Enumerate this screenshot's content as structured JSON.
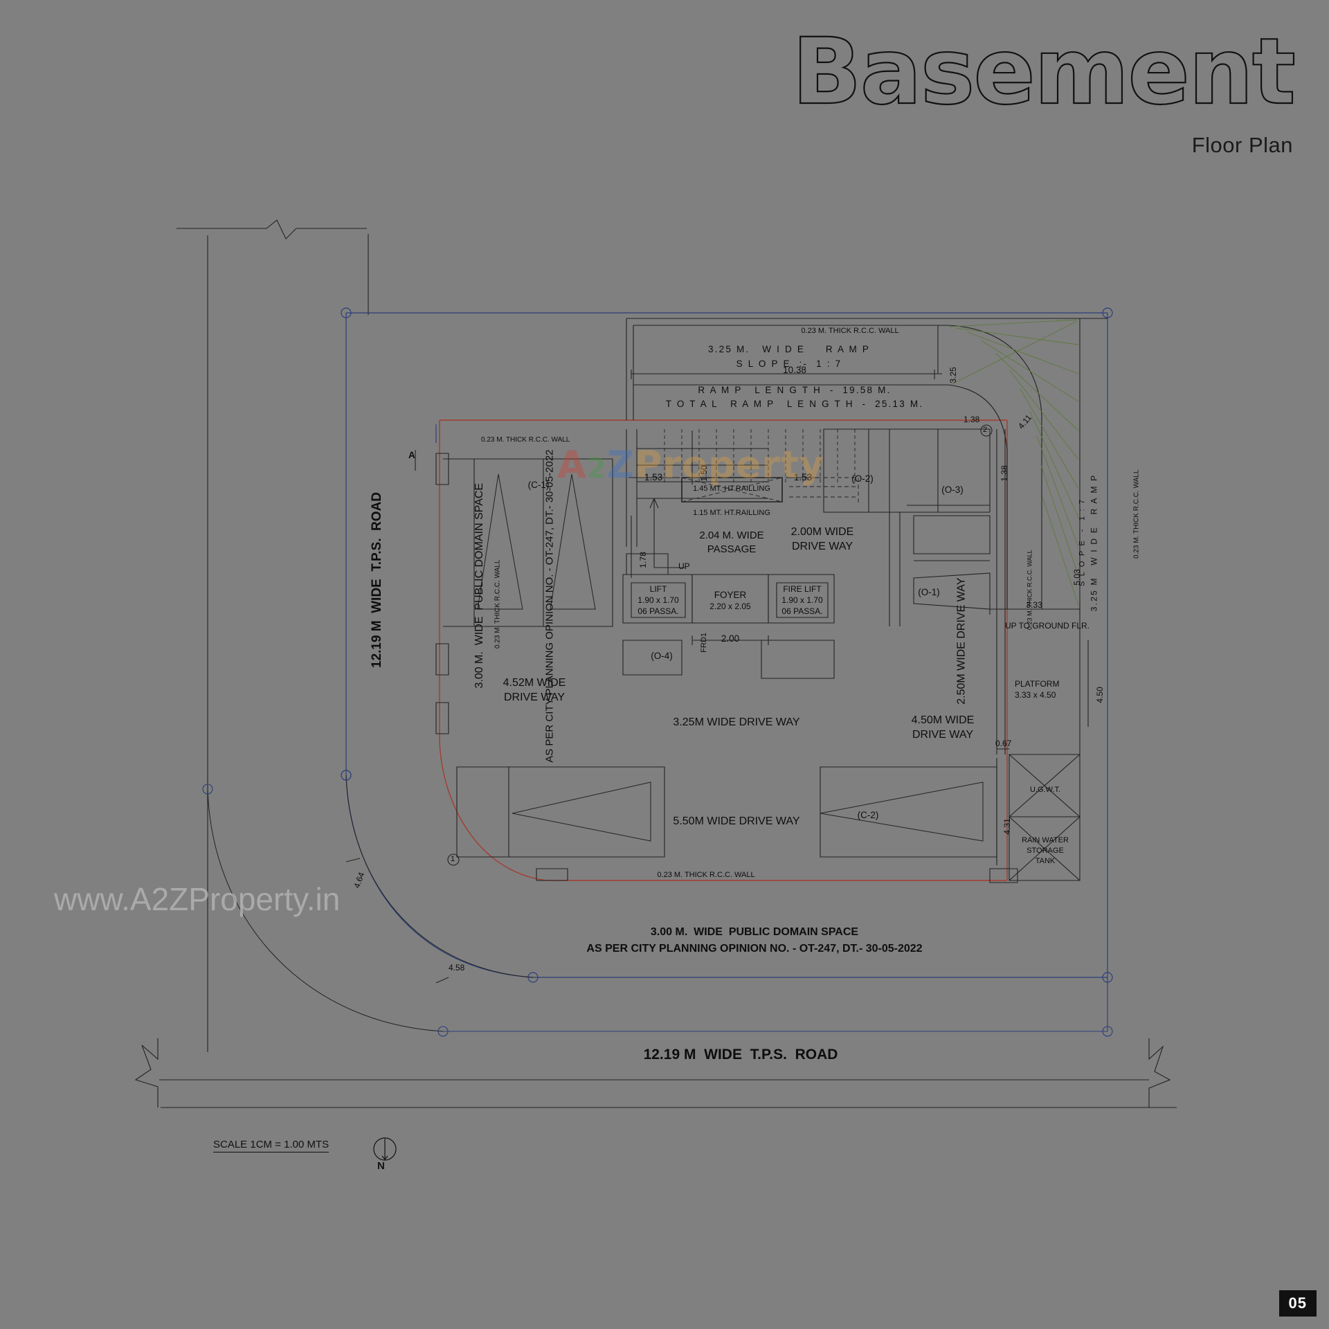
{
  "header": {
    "title": "Basement",
    "subtitle": "Floor Plan"
  },
  "page": {
    "number": "05"
  },
  "watermarks": {
    "center": {
      "a": "A",
      "two": "2",
      "z": "Z",
      "word": "Property"
    },
    "bottom": "www.A2ZProperty.in"
  },
  "scale": {
    "label": "SCALE 1CM = 1.00 MTS",
    "north_label": "N"
  },
  "roads": {
    "left_vertical": "12.19 M  WIDE  T.P.S.  ROAD",
    "bottom": "12.19 M  WIDE  T.P.S.  ROAD"
  },
  "public_domain": {
    "left_line1": "3.00 M.  WIDE  PUBLIC DOMAIN SPACE",
    "left_line2": "AS PER CITY PLANNING OPINION NO. - OT-247, DT.- 30-05-2022",
    "bottom_line1": "3.00 M.  WIDE  PUBLIC DOMAIN SPACE",
    "bottom_line2": "AS PER CITY PLANNING OPINION NO. - OT-247, DT.- 30-05-2022"
  },
  "ramp": {
    "top_wall_note": "0.23 M. THICK R.C.C. WALL",
    "width_note": "3.25 M.   W I D E     R A M P",
    "slope_note": "S L O P E  :-  1 : 7",
    "dim_10_38": "10.38",
    "dim_3_25": "3.25",
    "length_line1": "R A M P   L E N G T H  -  19.58 M.",
    "length_line2": "T O T A L   R A M P   L E N G T H  -  25.13 M.",
    "curve_dim_4_11": "4.11",
    "dim_1_38_a": "1.38",
    "dim_1_38_b": "1.38",
    "right_label_line1": "3.25 M   W I D E   R A M P",
    "right_label_line2": "S L O P E  -  1 : 7",
    "right_dim_5_03": "5.03",
    "right_wall_note": "0.23 M. THICK R.C.C. WALL"
  },
  "walls": {
    "left_upper_note": "0.23 M. THICK R.C.C. WALL",
    "left_vertical_note": "0.23 M. THICK R.C.C. WALL",
    "bottom_note": "0.23 M. THICK R.C.C. WALL",
    "inner_vertical_note": "0.23 M. THICK R.C.C. WALL",
    "right_vertical_note": "0.23 M. THICK R.C.C. WALL"
  },
  "rooms": {
    "lift": {
      "name": "LIFT",
      "size": "1.90 x 1.70",
      "capacity": "06 PASSA."
    },
    "foyer": {
      "name": "FOYER",
      "size": "2.20 x 2.05"
    },
    "fire_lift": {
      "name": "FIRE LIFT",
      "size": "1.90 x 1.70",
      "capacity": "06 PASSA."
    },
    "frd": "FRD1",
    "platform": {
      "name": "PLATFORM",
      "size": "3.33 x 4.50"
    },
    "ugwt": "U.G.W.T.",
    "rain_tank": {
      "line1": "RAIN WATER",
      "line2": "STORAGE",
      "line3": "TANK"
    }
  },
  "driveways": {
    "dw_4_52": {
      "line1": "4.52M WIDE",
      "line2": "DRIVE WAY"
    },
    "dw_3_25": "3.25M WIDE DRIVE WAY",
    "dw_5_50": "5.50M WIDE DRIVE WAY",
    "dw_2_00": {
      "line1": "2.00M WIDE",
      "line2": "DRIVE WAY"
    },
    "dw_2_50_vertical": "2.50M WIDE DRIVE WAY",
    "dw_4_50": {
      "line1": "4.50M WIDE",
      "line2": "DRIVE WAY"
    }
  },
  "passage": {
    "width_line1": "2.04 M. WIDE",
    "width_line2": "PASSAGE",
    "railing_top": "1.45 MT. HT.RAILLING",
    "railing_bottom": "1.15 MT. HT.RAILLING",
    "up_label": "UP",
    "up_to_ground": "UP TO GROUND FLR."
  },
  "dimensions": {
    "d_1_53_left": "1.53",
    "d_1_53_right": "1.53",
    "d_1_50": "1.50",
    "d_1_78": "1.78",
    "d_2_00": "2.00",
    "d_3_33": "3.33",
    "d_4_50": "4.50",
    "d_4_31": "4.31",
    "d_0_67": "0.67",
    "d_4_64": "4.64",
    "d_4_58": "4.58"
  },
  "parking_tags": {
    "c1": "(C-1)",
    "c2": "(C-2)",
    "o1": "(O-1)",
    "o2": "(O-2)",
    "o3": "(O-3)",
    "o4": "(O-4)"
  },
  "markers": {
    "section_a": "A",
    "node_1": "1",
    "node_2": "2"
  },
  "colors": {
    "background": "#808080",
    "line": "#222222",
    "red_wall": "#a33b2e",
    "blue_boundary": "#2b3f7a",
    "green_ramp": "#5c7a3a"
  }
}
